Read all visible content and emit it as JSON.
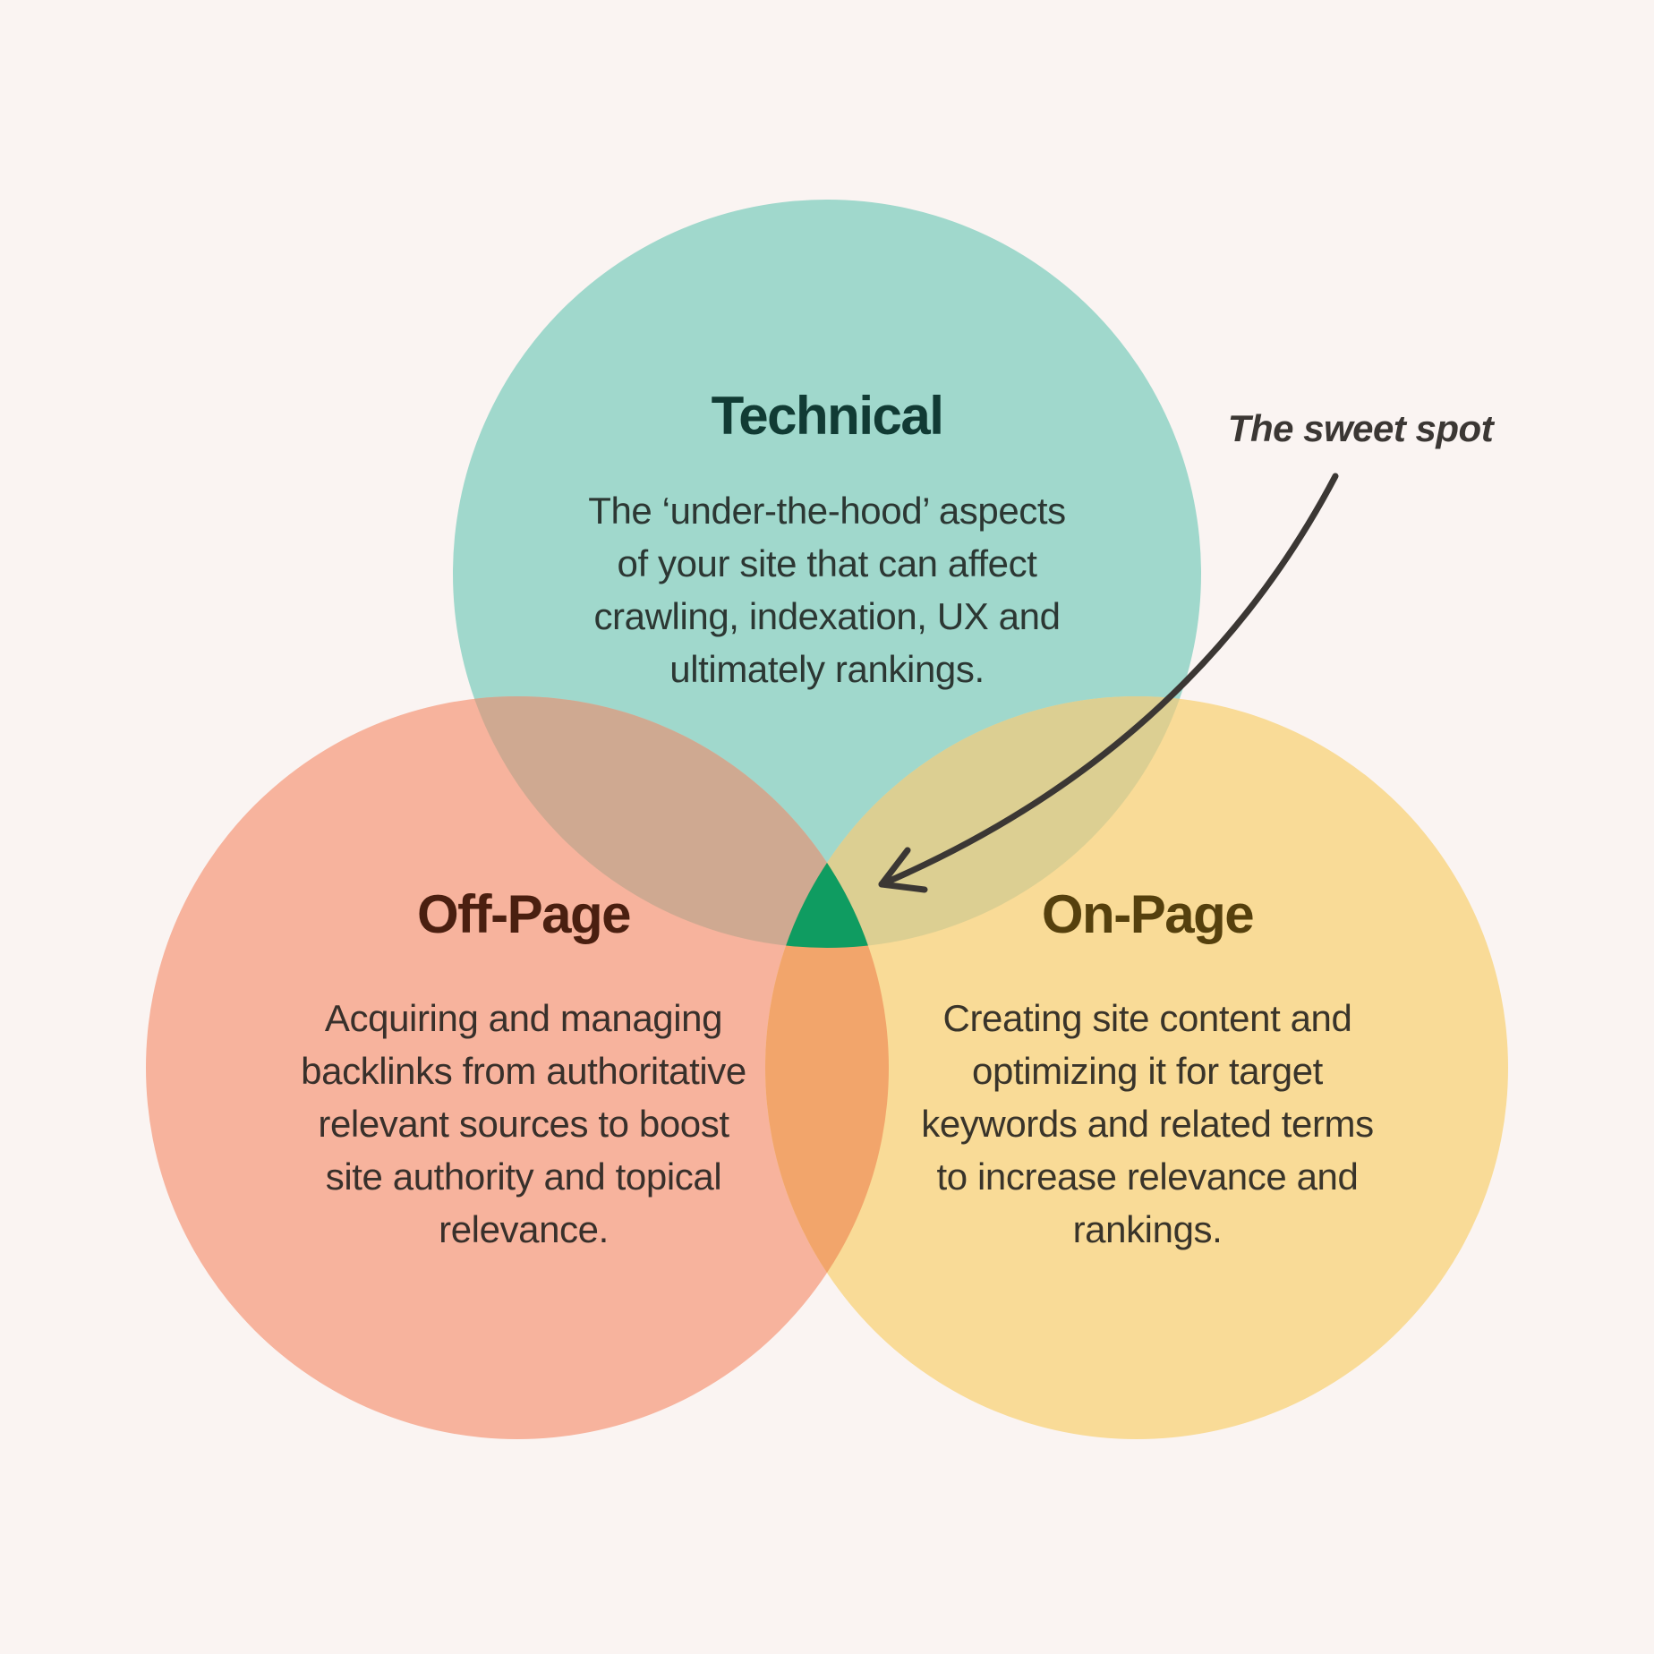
{
  "page": {
    "background_color": "#faf4f2"
  },
  "diagram": {
    "type": "venn-3-circle",
    "circles": {
      "technical": {
        "label": "Technical",
        "label_color": "#113b34",
        "fill": "#a0d8cc",
        "lines": [
          "The ‘under-the-hood’ aspects",
          "of your site that can affect",
          "crawling, indexation, UX and",
          "ultimately rankings."
        ]
      },
      "off_page": {
        "label": "Off-Page",
        "label_color": "#4a1f10",
        "fill": "#f7b39d",
        "lines": [
          "Acquiring and managing",
          "backlinks from authoritative",
          "relevant sources to boost",
          "site authority and topical",
          "relevance."
        ]
      },
      "on_page": {
        "label": "On-Page",
        "label_color": "#55400d",
        "fill": "#f9db97",
        "lines": [
          "Creating site content and",
          "optimizing it for target",
          "keywords and related terms",
          "to increase relevance and",
          "rankings."
        ]
      }
    },
    "overlaps": {
      "technical_off_page": "#cfa991",
      "technical_on_page": "#dccf92",
      "off_page_on_page": "#f2a56b",
      "center_sweet_spot": "#0f9c61"
    },
    "annotation": {
      "label": "The sweet spot",
      "text_color": "#3b3734",
      "arrow_color": "#3b3734"
    }
  }
}
